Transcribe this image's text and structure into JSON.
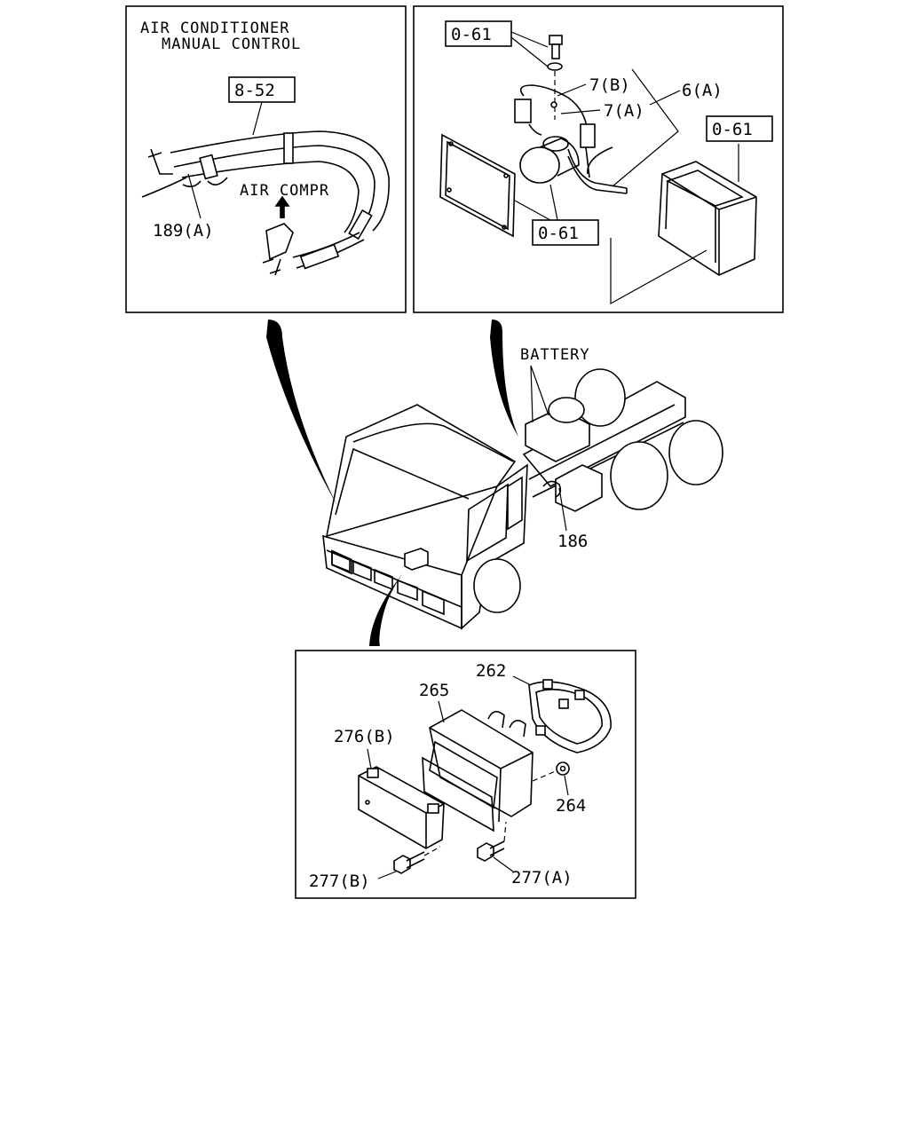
{
  "panel_ac": {
    "title_line1": "AIR CONDITIONER",
    "title_line2": "MANUAL CONTROL",
    "ref_box": "8-52",
    "part_hose_clip": "189(A)",
    "compressor_label": "AIR COMPR"
  },
  "panel_relay": {
    "ref_box_top": "0-61",
    "ref_box_right": "0-61",
    "ref_box_bottom": "0-61",
    "part_7b": "7(B)",
    "part_7a": "7(A)",
    "part_6a": "6(A)"
  },
  "vehicle": {
    "battery_label": "BATTERY",
    "part_186": "186"
  },
  "panel_bracket": {
    "part_262": "262",
    "part_265": "265",
    "part_276b": "276(B)",
    "part_264": "264",
    "part_277b": "277(B)",
    "part_277a": "277(A)"
  }
}
